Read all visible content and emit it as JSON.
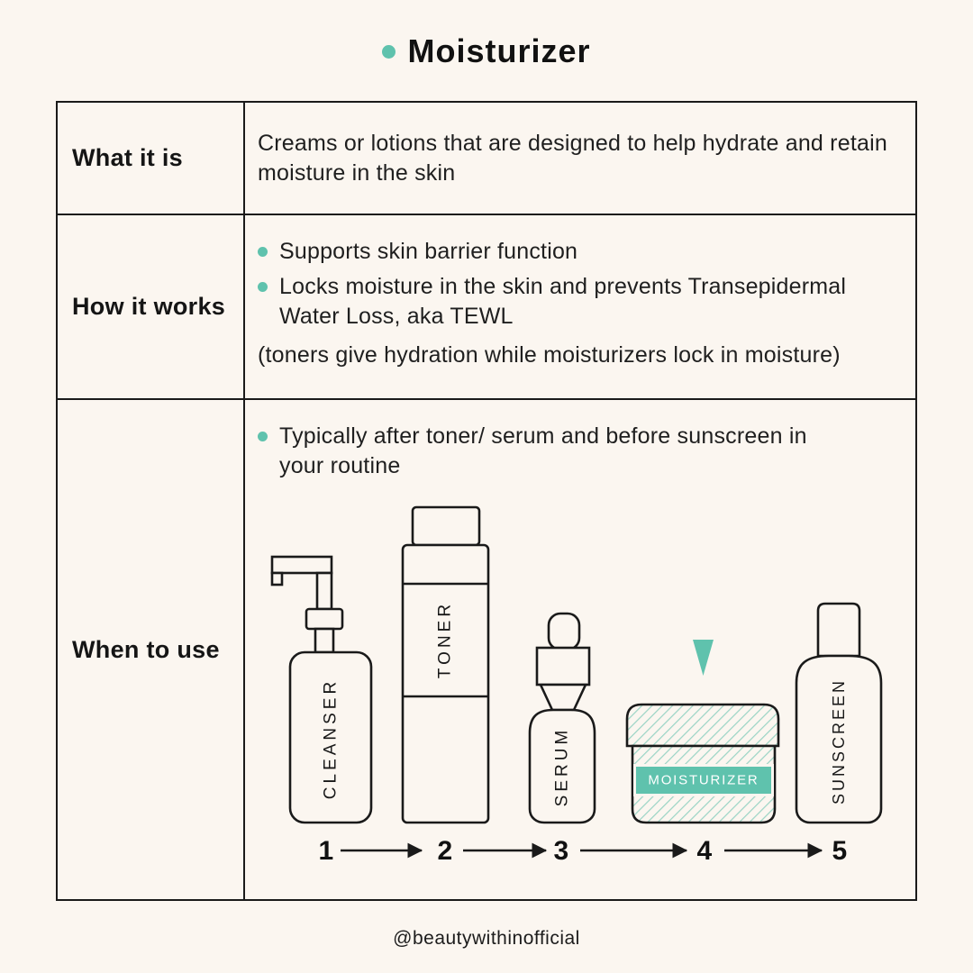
{
  "page": {
    "title": "Moisturizer",
    "footer_handle": "@beautywithinofficial",
    "accent_color": "#5fc2ad",
    "hatch_color": "#9ad4c5",
    "background_color": "#fbf6f0"
  },
  "table": {
    "rows": [
      {
        "label": "What it is",
        "text": "Creams or lotions that are designed to help hydrate and retain moisture in the skin"
      },
      {
        "label": "How it works",
        "bullets": [
          "Supports skin barrier function",
          "Locks moisture in the skin and prevents Transepidermal Water Loss, aka TEWL"
        ],
        "note": "(toners give hydration while moisturizers lock in moisture)"
      },
      {
        "label": "When to use",
        "bullets": [
          "Typically after toner/ serum and before sunscreen in your routine"
        ]
      }
    ]
  },
  "routine": {
    "steps": [
      {
        "num": "1",
        "product": "CLEANSER"
      },
      {
        "num": "2",
        "product": "TONER"
      },
      {
        "num": "3",
        "product": "SERUM"
      },
      {
        "num": "4",
        "product": "MOISTURIZER"
      },
      {
        "num": "5",
        "product": "SUNSCREEN"
      }
    ]
  }
}
